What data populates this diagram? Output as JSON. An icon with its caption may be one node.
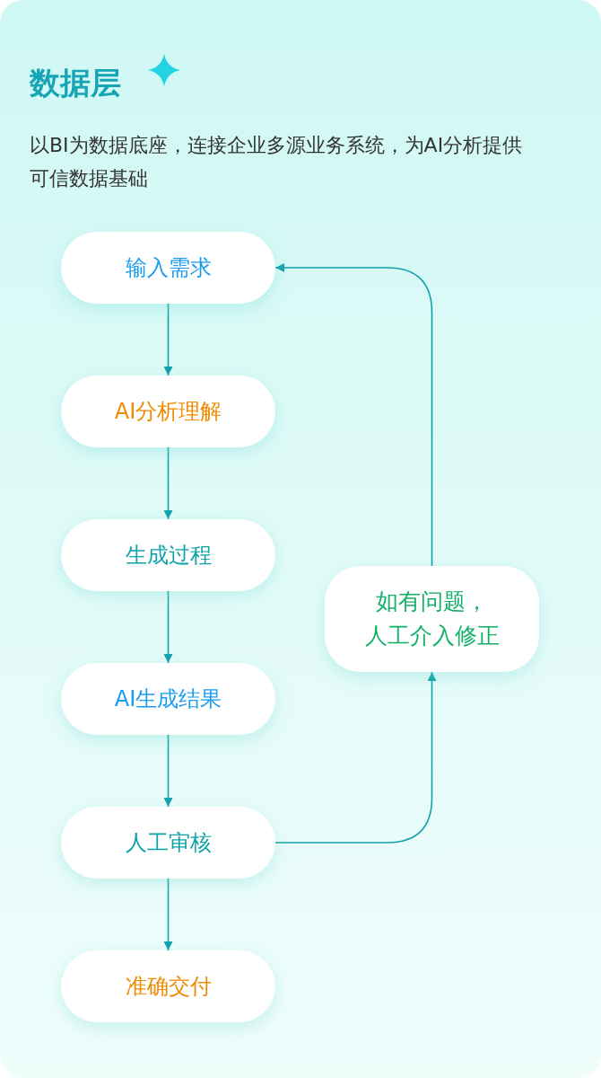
{
  "diagram": {
    "title": "数据层",
    "nodes": [
      {
        "text": [
          "输入需求"
        ]
      },
      {
        "text": [
          "AI分析理解"
        ]
      },
      {
        "text": [
          "生成过程"
        ]
      },
      {
        "text": [
          "AI生成结果"
        ]
      },
      {
        "text": [
          "人工审核"
        ]
      },
      {
        "text": [
          "准确交付"
        ]
      },
      {
        "text": [
          "如有问题，人工介入修正"
        ]
      }
    ],
    "edges": [
      {
        "from": 0,
        "to": 1,
        "arrow": "to"
      },
      {
        "from": 1,
        "to": 2,
        "arrow": "to"
      },
      {
        "from": 2,
        "to": 3,
        "arrow": "to"
      },
      {
        "from": 3,
        "to": 4,
        "arrow": "to"
      },
      {
        "from": 4,
        "to": 5,
        "arrow": "to"
      },
      {
        "from": 4,
        "to": 6,
        "arrow": "to"
      },
      {
        "from": 6,
        "to": 0,
        "arrow": "to"
      }
    ],
    "labels": [
      "以BI为数据底座，连接企业多源业务系统，为AI分析提供可信数据基础"
    ]
  }
}
